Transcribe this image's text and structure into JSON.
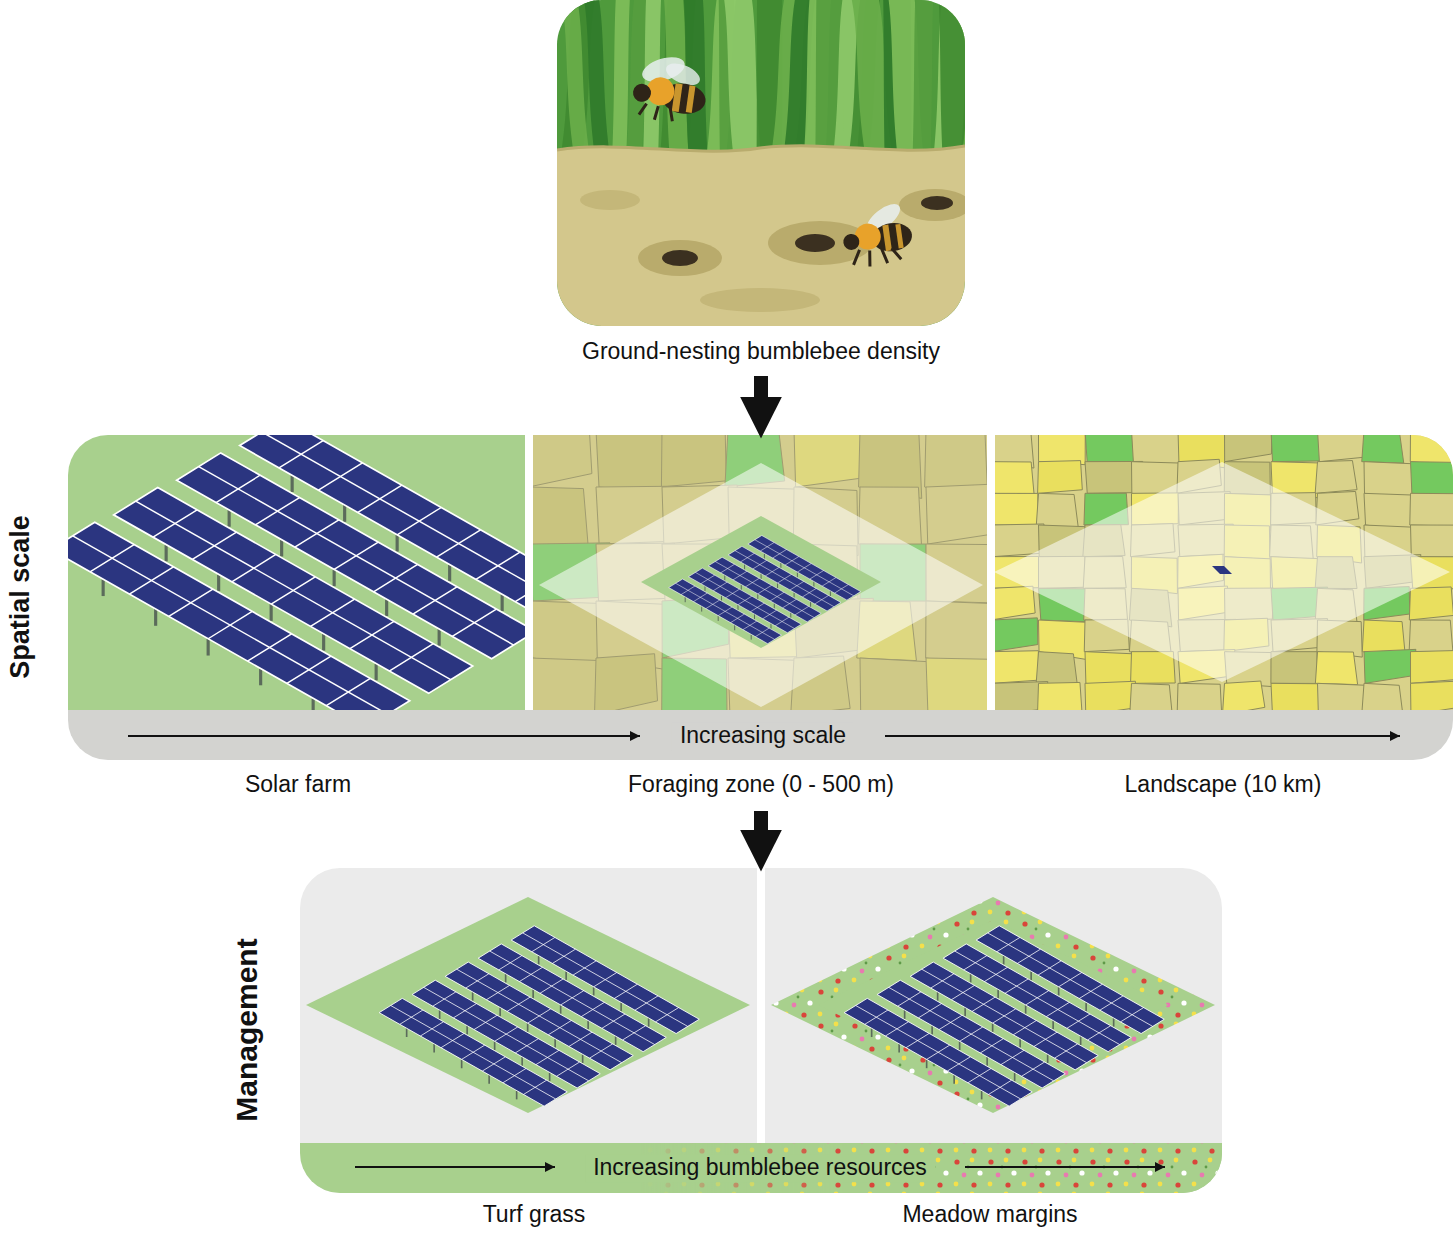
{
  "diagram": {
    "nodes": [
      {
        "text": [
          "Ground-nesting bumblebee density"
        ]
      },
      {
        "text": [
          "Spatial scale"
        ]
      },
      {
        "text": [
          "Solar farm"
        ],
        "in": 1
      },
      {
        "text": [
          "Foraging zone (0 - 500 m)"
        ],
        "in": 1
      },
      {
        "text": [
          "Landscape (10 km)"
        ],
        "in": 1
      },
      {
        "text": [
          "Increasing scale"
        ],
        "in": 1
      },
      {
        "text": [
          "Management"
        ]
      },
      {
        "text": [
          "Turf grass"
        ],
        "in": 6
      },
      {
        "text": [
          "Meadow margins"
        ],
        "in": 6
      },
      {
        "text": [
          "Increasing bumblebee resources"
        ],
        "in": 6
      }
    ],
    "edges": [
      {
        "from": 0,
        "to": 1,
        "arrow": "to"
      },
      {
        "from": 1,
        "to": 6,
        "arrow": "to"
      }
    ]
  }
}
